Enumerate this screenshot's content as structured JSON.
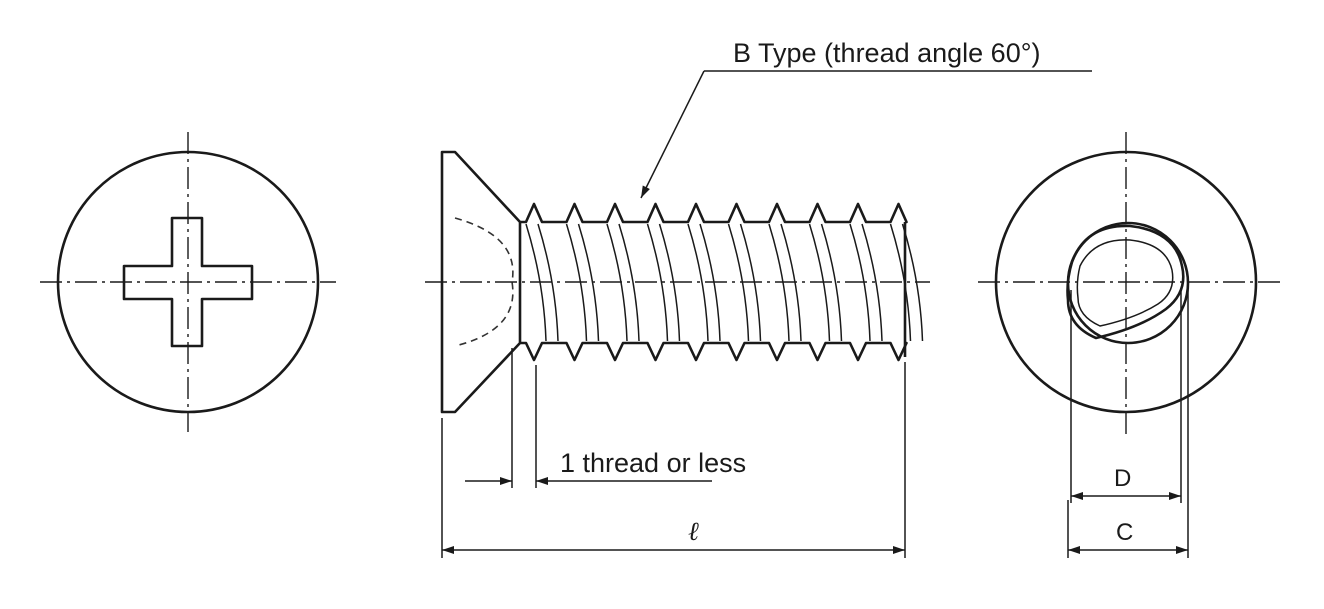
{
  "labels": {
    "thread_type": "B Type (thread angle 60°)",
    "incomplete_thread": "1 thread or less",
    "length": "ℓ",
    "diameter_d": "D",
    "diameter_c": "C"
  },
  "colors": {
    "line": "#1a1a1a",
    "background": "#ffffff"
  }
}
